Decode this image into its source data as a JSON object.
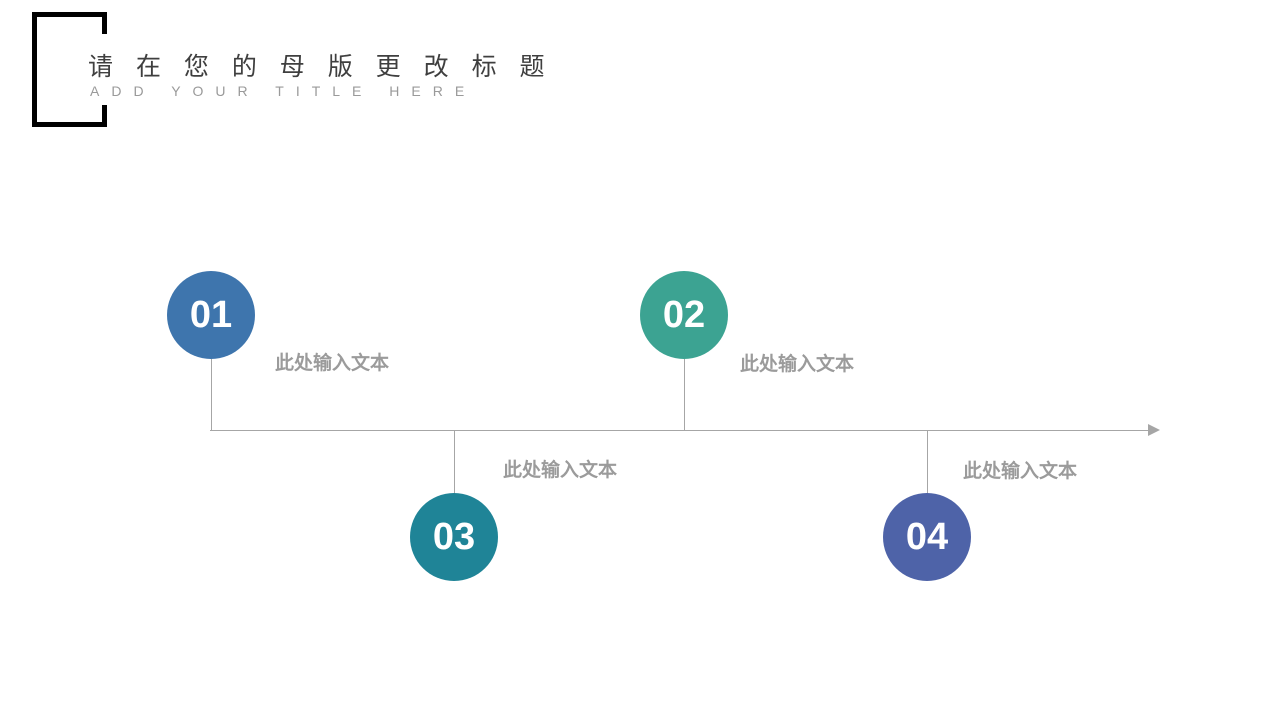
{
  "slide": {
    "background_color": "#ffffff"
  },
  "header": {
    "title_cn": "请 在 您 的 母 版 更 改 标 题",
    "title_en": "ADD YOUR TITLE HERE",
    "title_color": "#3f3f3f",
    "subtitle_color": "#9a9a9a",
    "bracket_color": "#000000"
  },
  "timeline": {
    "axis_color": "#a6a6a6",
    "arrow_icon": "arrow-right",
    "label_color": "#9b9b9b",
    "nodes": [
      {
        "number": "01",
        "label": "此处输入文本",
        "color": "#3e75ad",
        "position": "above"
      },
      {
        "number": "02",
        "label": "此处输入文本",
        "color": "#3ca392",
        "position": "above"
      },
      {
        "number": "03",
        "label": "此处输入文本",
        "color": "#1f8497",
        "position": "below"
      },
      {
        "number": "04",
        "label": "此处输入文本",
        "color": "#4e63a8",
        "position": "below"
      }
    ]
  }
}
